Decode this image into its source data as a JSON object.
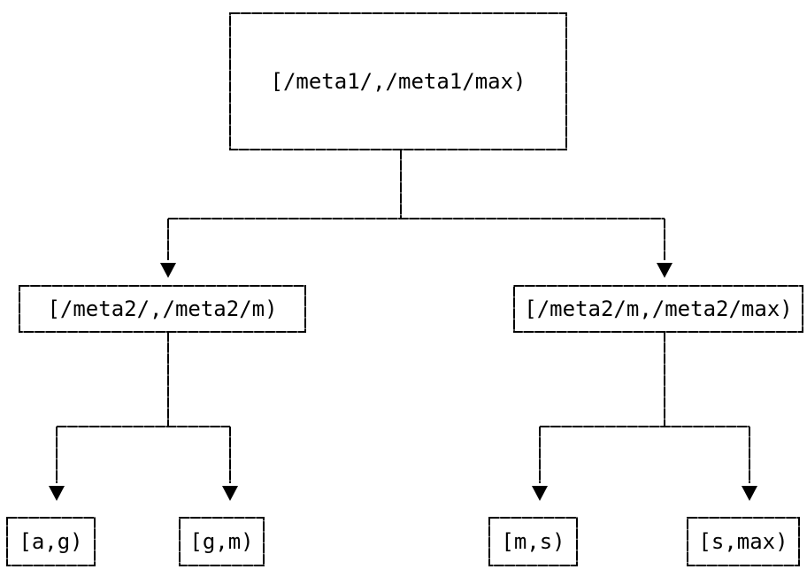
{
  "diagram": {
    "type": "tree",
    "nodes": {
      "root": {
        "label": "[/meta1/,/meta1/max)"
      },
      "left_child": {
        "label": "[/meta2/,/meta2/m)"
      },
      "right_child": {
        "label": "[/meta2/m,/meta2/max)"
      },
      "leaf_1": {
        "label": "[a,g)"
      },
      "leaf_2": {
        "label": "[g,m)"
      },
      "leaf_3": {
        "label": "[m,s)"
      },
      "leaf_4": {
        "label": "[s,max)"
      }
    },
    "edges": [
      {
        "from": "root",
        "to": "left_child"
      },
      {
        "from": "root",
        "to": "right_child"
      },
      {
        "from": "left_child",
        "to": "leaf_1"
      },
      {
        "from": "left_child",
        "to": "leaf_2"
      },
      {
        "from": "right_child",
        "to": "leaf_3"
      },
      {
        "from": "right_child",
        "to": "leaf_4"
      }
    ],
    "colors": {
      "stroke": "#000000",
      "seam": "#777777",
      "background": "#ffffff",
      "text": "#000000"
    }
  }
}
